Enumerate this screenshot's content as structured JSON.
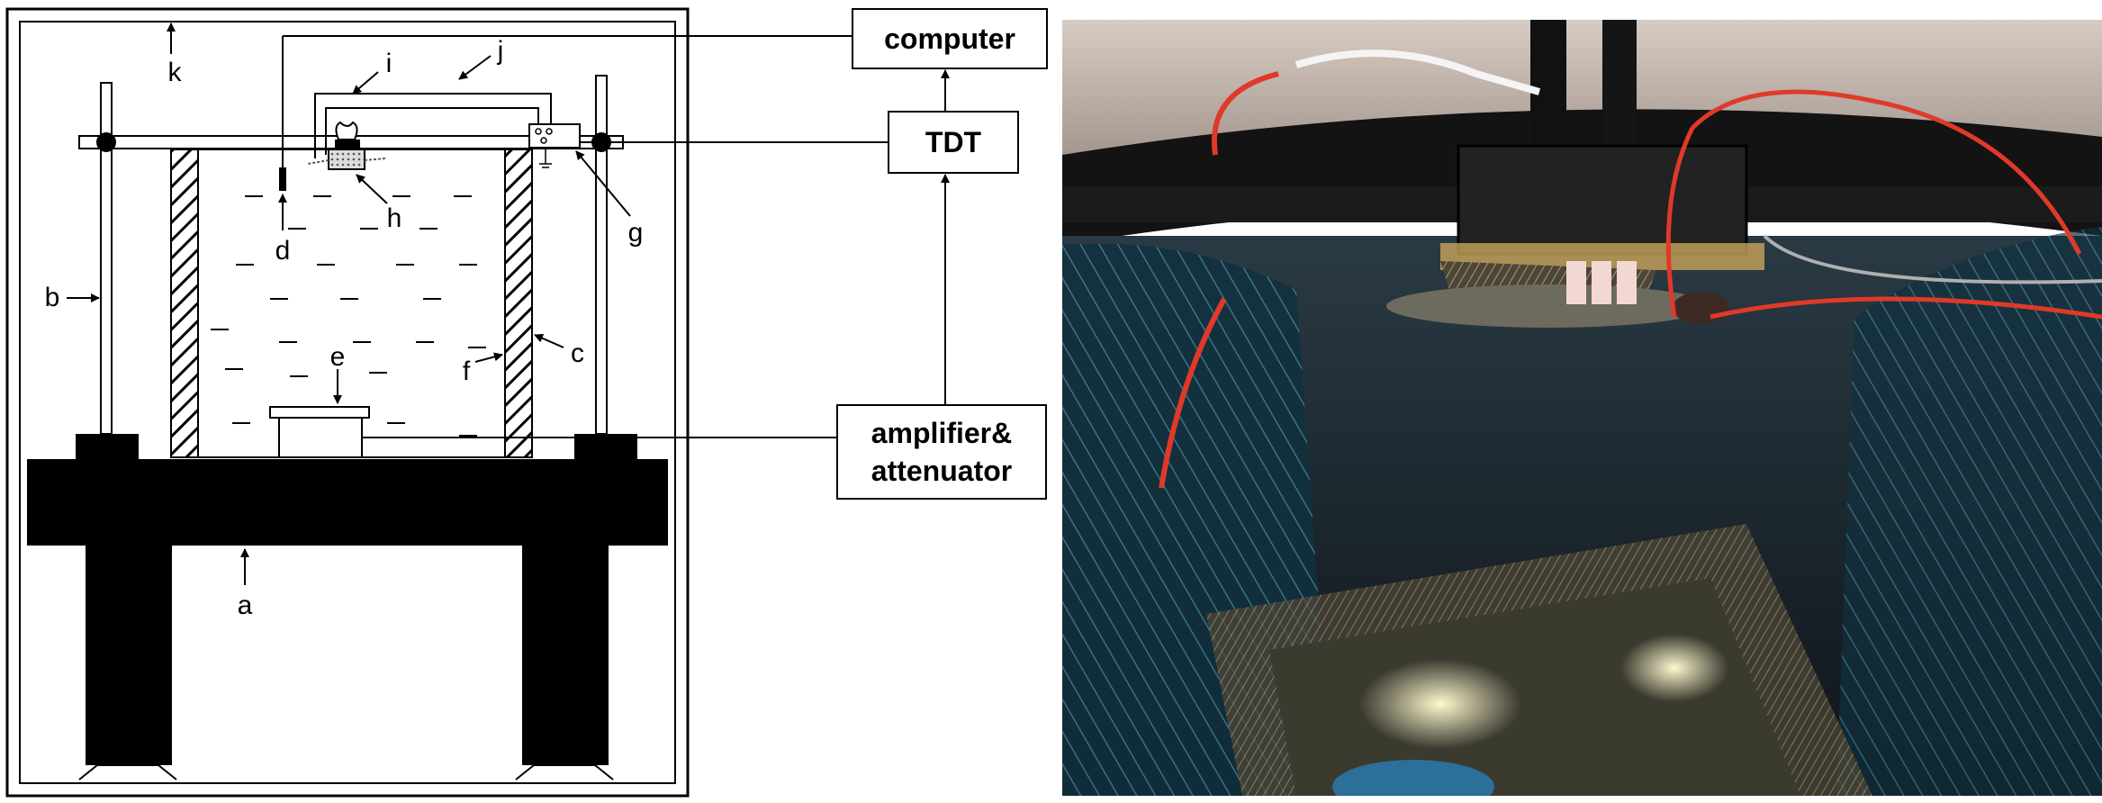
{
  "labels": {
    "a": "a",
    "b": "b",
    "c": "c",
    "d": "d",
    "e": "e",
    "f": "f",
    "g": "g",
    "h": "h",
    "i": "i",
    "j": "j",
    "k": "k"
  },
  "boxes": {
    "computer": "computer",
    "tdt": "TDT",
    "amplifier_line1": "amplifier&",
    "amplifier_line2": "attenuator"
  },
  "photo": {
    "icon": "fish-electrode-setup-photo"
  }
}
